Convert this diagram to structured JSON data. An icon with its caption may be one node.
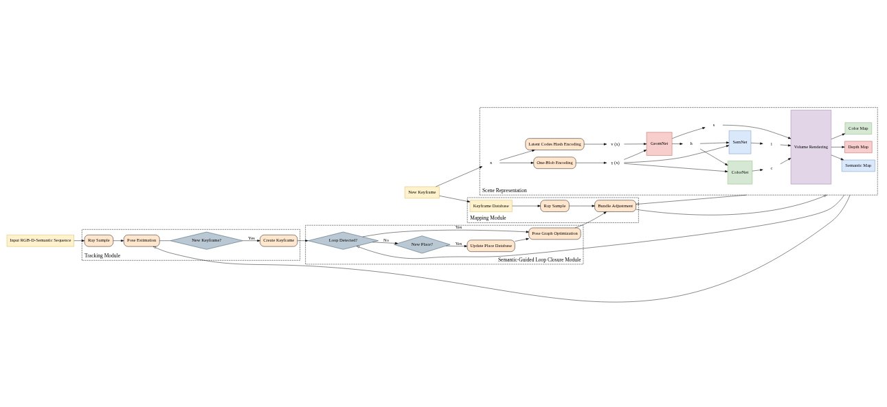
{
  "diagram": {
    "nodes": [
      {
        "text": [
          "Tracking Module"
        ]
      },
      {
        "text": [
          "Input RGB-D-Semantic Sequence"
        ]
      },
      {
        "text": [
          "Ray Sample"
        ],
        "in": 0
      },
      {
        "text": [
          "Pose Estimation"
        ],
        "in": 0
      },
      {
        "text": [
          "New Keyframe?"
        ],
        "in": 0
      },
      {
        "text": [
          "Create Keyframe"
        ],
        "in": 0
      },
      {
        "text": [
          "New Keyframe"
        ]
      },
      {
        "text": [
          "Scene Representation"
        ]
      },
      {
        "text": [
          "x"
        ],
        "in": 7
      },
      {
        "text": [
          "Latent Codes Hash Encoding"
        ],
        "in": 7
      },
      {
        "text": [
          "One-Blob Encoding"
        ],
        "in": 7
      },
      {
        "text": [
          "v (x)"
        ],
        "in": 7
      },
      {
        "text": [
          "γ (x)"
        ],
        "in": 7
      },
      {
        "text": [
          "GeomNet"
        ],
        "in": 7
      },
      {
        "text": [
          "ColorNet"
        ],
        "in": 7
      },
      {
        "text": [
          "SemNet"
        ],
        "in": 7
      },
      {
        "text": [
          "s"
        ],
        "in": 7
      },
      {
        "text": [
          "h"
        ],
        "in": 7
      },
      {
        "text": [
          "c"
        ],
        "in": 7
      },
      {
        "text": [
          "l"
        ],
        "in": 7
      },
      {
        "text": [
          "Volume Rendering"
        ],
        "in": 7
      },
      {
        "text": [
          "Depth Map"
        ],
        "in": 7
      },
      {
        "text": [
          "Color Map"
        ],
        "in": 7
      },
      {
        "text": [
          "Semantic Map"
        ],
        "in": 7
      },
      {
        "text": [
          "Mapping Module"
        ]
      },
      {
        "text": [
          "Keyframe Database"
        ],
        "in": 24
      },
      {
        "text": [
          "Ray Sample"
        ],
        "in": 24
      },
      {
        "text": [
          "Bundle Adjustment"
        ],
        "in": 24
      },
      {
        "text": [
          "Semantic-Guided Loop Closure Module"
        ]
      },
      {
        "text": [
          "Loop Detected?"
        ],
        "in": 28
      },
      {
        "text": [
          "New Place?"
        ],
        "in": 28
      },
      {
        "text": [
          "Pose Graph Optimization"
        ],
        "in": 28
      },
      {
        "text": [
          "Update Place Database"
        ],
        "in": 28
      }
    ],
    "edges": [
      {
        "from": 1,
        "to": 2,
        "arrow": "to"
      },
      {
        "from": 2,
        "to": 3,
        "arrow": "to"
      },
      {
        "from": 3,
        "to": 4,
        "arrow": "none"
      },
      {
        "from": 4,
        "to": 5,
        "arrow": "to",
        "label": "Yes"
      },
      {
        "from": 5,
        "to": 29,
        "arrow": "to"
      },
      {
        "from": 7,
        "to": 3,
        "arrow": "to"
      },
      {
        "from": 6,
        "to": 8,
        "arrow": "to"
      },
      {
        "from": 6,
        "to": 25,
        "arrow": "to"
      },
      {
        "from": 8,
        "to": 9,
        "arrow": "to"
      },
      {
        "from": 8,
        "to": 10,
        "arrow": "to"
      },
      {
        "from": 9,
        "to": 11,
        "arrow": "to"
      },
      {
        "from": 10,
        "to": 12,
        "arrow": "to"
      },
      {
        "from": 11,
        "to": 13,
        "arrow": "to"
      },
      {
        "from": 12,
        "to": 13,
        "arrow": "to"
      },
      {
        "from": 12,
        "to": 14,
        "arrow": "to"
      },
      {
        "from": 12,
        "to": 15,
        "arrow": "to"
      },
      {
        "from": 13,
        "to": 16,
        "arrow": "to"
      },
      {
        "from": 13,
        "to": 17,
        "arrow": "to"
      },
      {
        "from": 17,
        "to": 14,
        "arrow": "to"
      },
      {
        "from": 17,
        "to": 15,
        "arrow": "to"
      },
      {
        "from": 14,
        "to": 18,
        "arrow": "to"
      },
      {
        "from": 15,
        "to": 19,
        "arrow": "to"
      },
      {
        "from": 16,
        "to": 20,
        "arrow": "to"
      },
      {
        "from": 18,
        "to": 20,
        "arrow": "to"
      },
      {
        "from": 19,
        "to": 20,
        "arrow": "to"
      },
      {
        "from": 20,
        "to": 21,
        "arrow": "to"
      },
      {
        "from": 20,
        "to": 22,
        "arrow": "to"
      },
      {
        "from": 20,
        "to": 23,
        "arrow": "to"
      },
      {
        "from": 7,
        "to": 29,
        "arrow": "to"
      },
      {
        "from": 7,
        "to": 27,
        "arrow": "to"
      },
      {
        "from": 27,
        "to": 7,
        "arrow": "to"
      },
      {
        "from": 25,
        "to": 26,
        "arrow": "to"
      },
      {
        "from": 26,
        "to": 27,
        "arrow": "to"
      },
      {
        "from": 29,
        "to": 30,
        "arrow": "to",
        "label": "No"
      },
      {
        "from": 29,
        "to": 31,
        "arrow": "to",
        "label": "Yes"
      },
      {
        "from": 30,
        "to": 32,
        "arrow": "to",
        "label": "Yes"
      },
      {
        "from": 32,
        "to": 31,
        "arrow": "to"
      },
      {
        "from": 31,
        "to": 27,
        "arrow": "to"
      }
    ]
  }
}
